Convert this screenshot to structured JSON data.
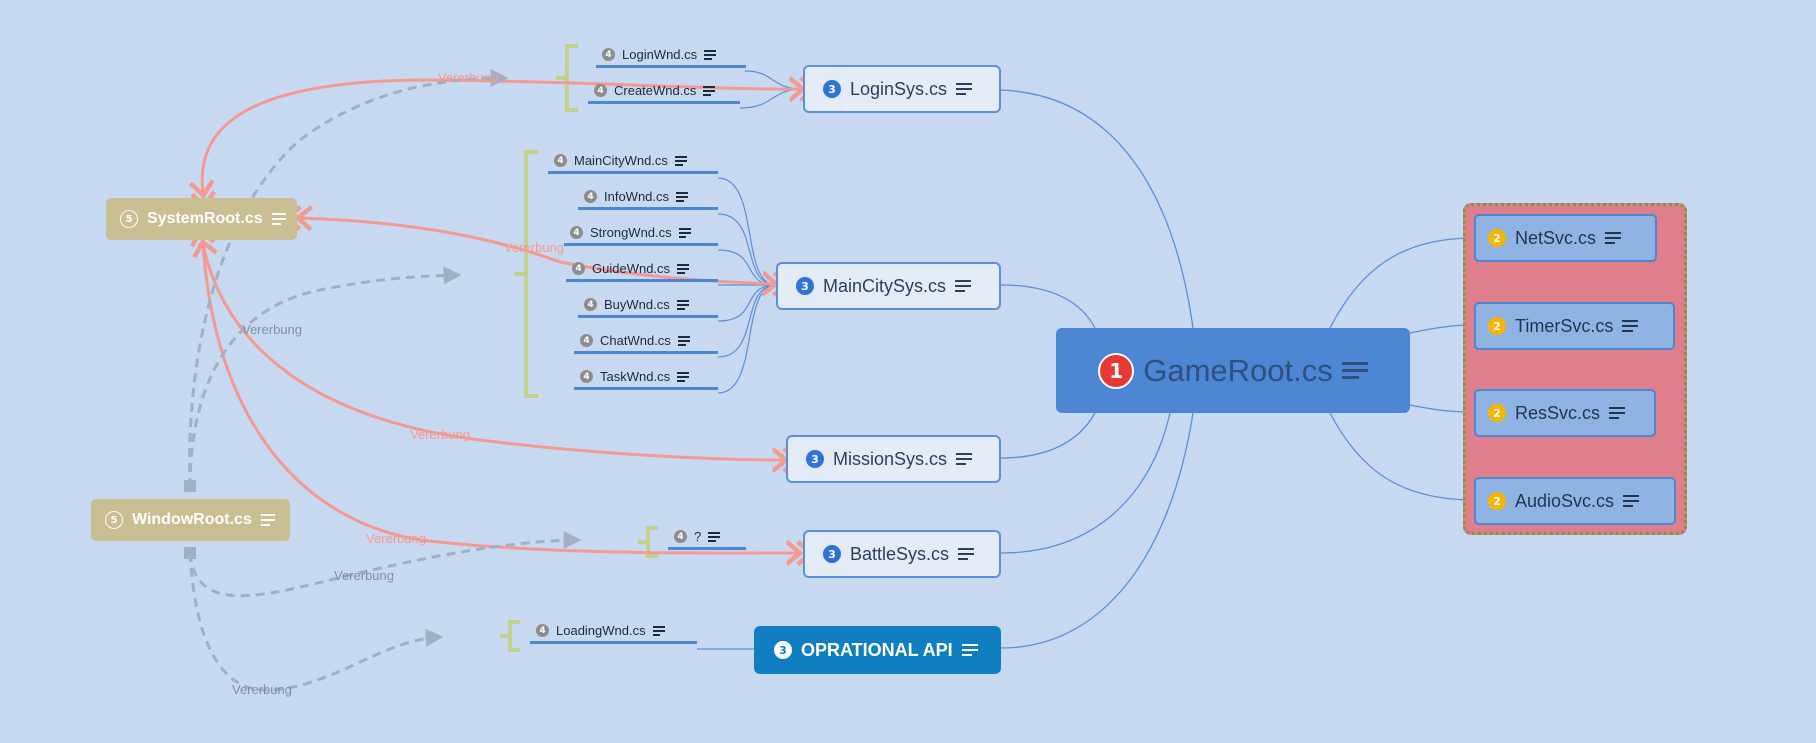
{
  "root": {
    "badge": "1",
    "label": "GameRoot.cs",
    "icon": "notes-icon"
  },
  "systems": [
    {
      "badge": "3",
      "label": "LoginSys.cs"
    },
    {
      "badge": "3",
      "label": "MainCitySys.cs"
    },
    {
      "badge": "3",
      "label": "MissionSys.cs"
    },
    {
      "badge": "3",
      "label": "BattleSys.cs"
    },
    {
      "badge": "3",
      "label": "OPRATIONAL API"
    }
  ],
  "services": [
    {
      "badge": "2",
      "label": "NetSvc.cs"
    },
    {
      "badge": "2",
      "label": "TimerSvc.cs"
    },
    {
      "badge": "2",
      "label": "ResSvc.cs"
    },
    {
      "badge": "2",
      "label": "AudioSvc.cs"
    }
  ],
  "login_windows": [
    {
      "badge": "4",
      "label": "LoginWnd.cs"
    },
    {
      "badge": "4",
      "label": "CreateWnd.cs"
    }
  ],
  "maincity_windows": [
    {
      "badge": "4",
      "label": "MainCityWnd.cs"
    },
    {
      "badge": "4",
      "label": "InfoWnd.cs"
    },
    {
      "badge": "4",
      "label": "StrongWnd.cs"
    },
    {
      "badge": "4",
      "label": "GuideWnd.cs"
    },
    {
      "badge": "4",
      "label": "BuyWnd.cs"
    },
    {
      "badge": "4",
      "label": "ChatWnd.cs"
    },
    {
      "badge": "4",
      "label": "TaskWnd.cs"
    }
  ],
  "battle_windows": [
    {
      "badge": "4",
      "label": "?"
    }
  ],
  "api_windows": [
    {
      "badge": "4",
      "label": "LoadingWnd.cs"
    }
  ],
  "floating": [
    {
      "badge": "5",
      "label": "SystemRoot.cs"
    },
    {
      "badge": "5",
      "label": "WindowRoot.cs"
    }
  ],
  "relationship_label": "Vererbung",
  "colors": {
    "background": "#c8daf1",
    "root": "#4d86d3",
    "service_group": "#df7f8c",
    "inheritance_red": "#f39a92",
    "inheritance_gray": "#a2b0c6",
    "bracket": "#c2d18e"
  }
}
